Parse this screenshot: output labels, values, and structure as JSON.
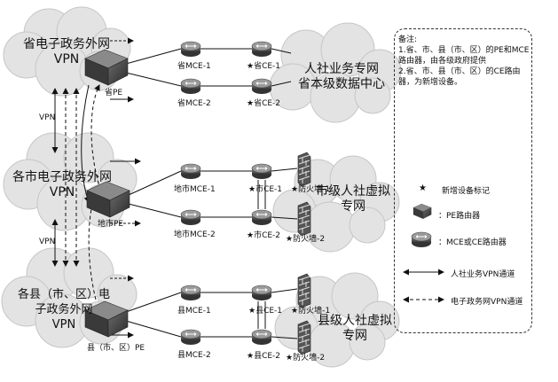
{
  "clouds": {
    "prov_network": [
      "省电子政务外网",
      "VPN"
    ],
    "city_network": [
      "各市电子政务外网",
      "VPN"
    ],
    "county_network": [
      "各县（市、区）电",
      "子政务外网",
      "VPN"
    ],
    "prov_center": [
      "人社业务专网",
      "省本级数据中心"
    ],
    "city_vpn": [
      "市级人社虚拟",
      "专网"
    ],
    "county_vpn": [
      "县级人社虚拟",
      "专网"
    ]
  },
  "devices": {
    "prov_pe": "省PE",
    "prov_mce1": "省MCE-1",
    "prov_mce2": "省MCE-2",
    "prov_ce1": "★省CE-1",
    "prov_ce2": "★省CE-2",
    "city_pe": "地市PE",
    "city_mce1": "地市MCE-1",
    "city_mce2": "地市MCE-2",
    "city_ce1": "★市CE-1",
    "city_ce2": "★市CE-2",
    "city_fw1": "★防火墙-1",
    "city_fw2": "★防火墙-2",
    "county_pe": "县（市、区）PE",
    "county_mce1": "县MCE-1",
    "county_mce2": "县MCE-2",
    "county_ce1": "★县CE-1",
    "county_ce2": "★县CE-2",
    "county_fw1": "★防火墙-1",
    "county_fw2": "★防火墙-2"
  },
  "vpn_labels": {
    "upper": "VPN",
    "lower": "VPN"
  },
  "notes": {
    "title": "备注:",
    "line1": "1.省、市、县（市、区）的PE和MCE路由器，由各级政府提供",
    "line2": "2.省、市、县（市、区）的CE路由器，为新增设备。"
  },
  "legend": {
    "star_symbol": "★",
    "star": "新增设备标记",
    "pe": "：PE路由器",
    "mce": "：MCE或CE路由器",
    "hr_vpn": "人社业务VPN通道",
    "gov_vpn": "电子政务网VPN通道"
  }
}
